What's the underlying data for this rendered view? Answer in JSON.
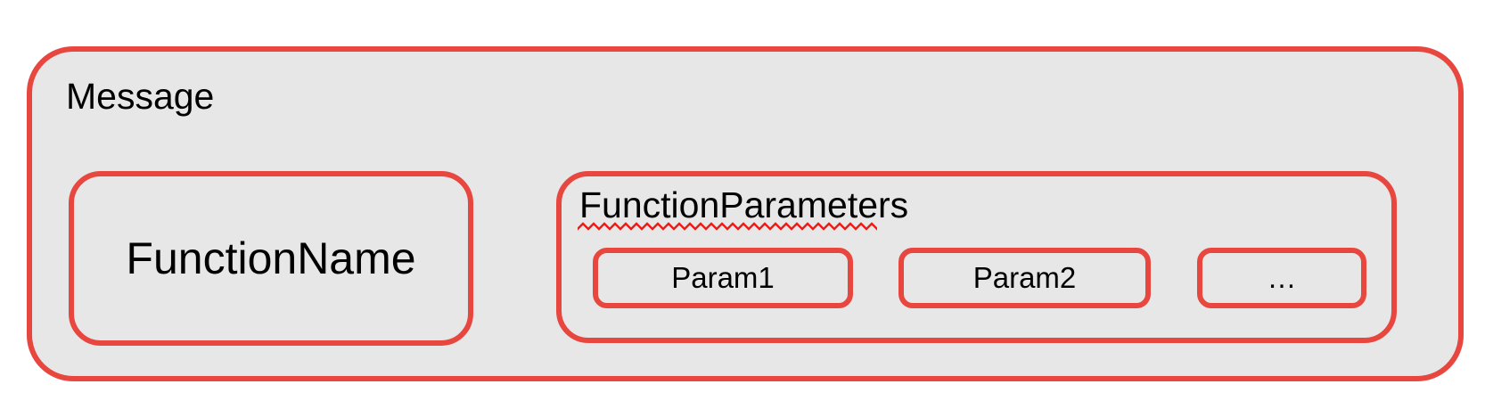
{
  "colors": {
    "page_bg": "#ffffff",
    "box_fill": "#e7e7e7",
    "border_red": "#e8473f",
    "squiggle_red": "#ee1b15",
    "text_black": "#000000"
  },
  "diagram": {
    "message_box": {
      "label": "Message"
    },
    "function_name_box": {
      "label": "FunctionName"
    },
    "function_parameters_box": {
      "label": "FunctionParameters",
      "label_underline": "red-squiggle",
      "params": [
        {
          "label": "Param1"
        },
        {
          "label": "Param2"
        },
        {
          "label": "…"
        }
      ]
    }
  }
}
